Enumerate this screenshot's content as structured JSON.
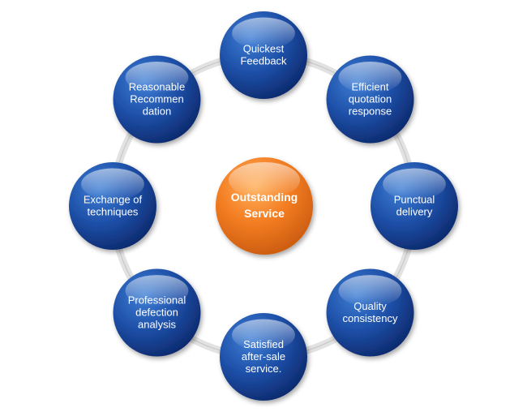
{
  "diagram": {
    "center": {
      "lines": [
        "Outstanding",
        "Service"
      ]
    },
    "nodes": [
      {
        "id": "quickest-feedback",
        "lines": [
          "Quickest",
          "Feedback"
        ]
      },
      {
        "id": "efficient-quotation-response",
        "lines": [
          "Efficient",
          "quotation",
          "response"
        ]
      },
      {
        "id": "punctual-delivery",
        "lines": [
          "Punctual",
          "delivery"
        ]
      },
      {
        "id": "quality-consistency",
        "lines": [
          "Quality",
          "consistency"
        ]
      },
      {
        "id": "satisfied-after-sale-service",
        "lines": [
          "Satisfied",
          "after-sale",
          "service."
        ]
      },
      {
        "id": "professional-defection-analysis",
        "lines": [
          "Professional",
          "defection",
          "analysis"
        ]
      },
      {
        "id": "exchange-of-techniques",
        "lines": [
          "Exchange of",
          "techniques"
        ]
      },
      {
        "id": "reasonable-recommendation",
        "lines": [
          "Reasonable",
          "Recommen",
          "dation"
        ]
      }
    ],
    "colors": {
      "node_blue": "#1f4fa8",
      "node_blue_dark": "#0d2a6e",
      "center_orange": "#f07a22",
      "ring": "#d6d6d6"
    }
  }
}
